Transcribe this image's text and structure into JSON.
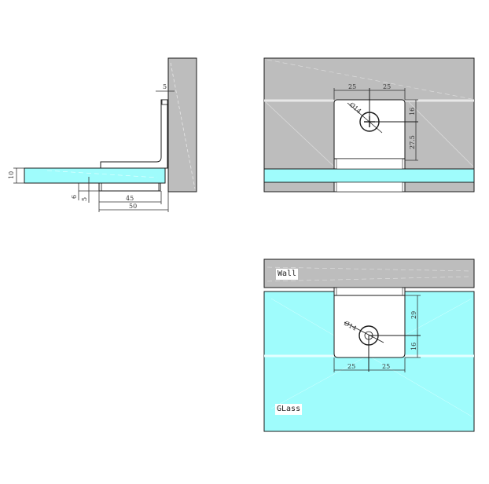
{
  "colors": {
    "wall": "#bdbdbd",
    "glass": "#9ffcfc",
    "clamp": "#ffffff",
    "line": "#1a1a1a",
    "dim_line": "#333333"
  },
  "side_view": {
    "dimensions": {
      "wall_offset": "5",
      "glass_thickness": "10",
      "clamp_gap_a": "6",
      "clamp_gap_b": "5",
      "clamp_depth": "45",
      "total_depth": "50"
    }
  },
  "top_view": {
    "dimensions": {
      "left_half_width": "25",
      "right_half_width": "25",
      "hole_diameter": "Ø14",
      "hole_to_top": "16",
      "hole_to_bottom": "27.5"
    }
  },
  "front_view": {
    "labels": {
      "wall": "Wall",
      "glass": "GLass"
    },
    "dimensions": {
      "left_half_width": "25",
      "right_half_width": "25",
      "hole_diameter": "Ø14",
      "hole_to_top": "29",
      "hole_to_bottom": "16"
    }
  }
}
